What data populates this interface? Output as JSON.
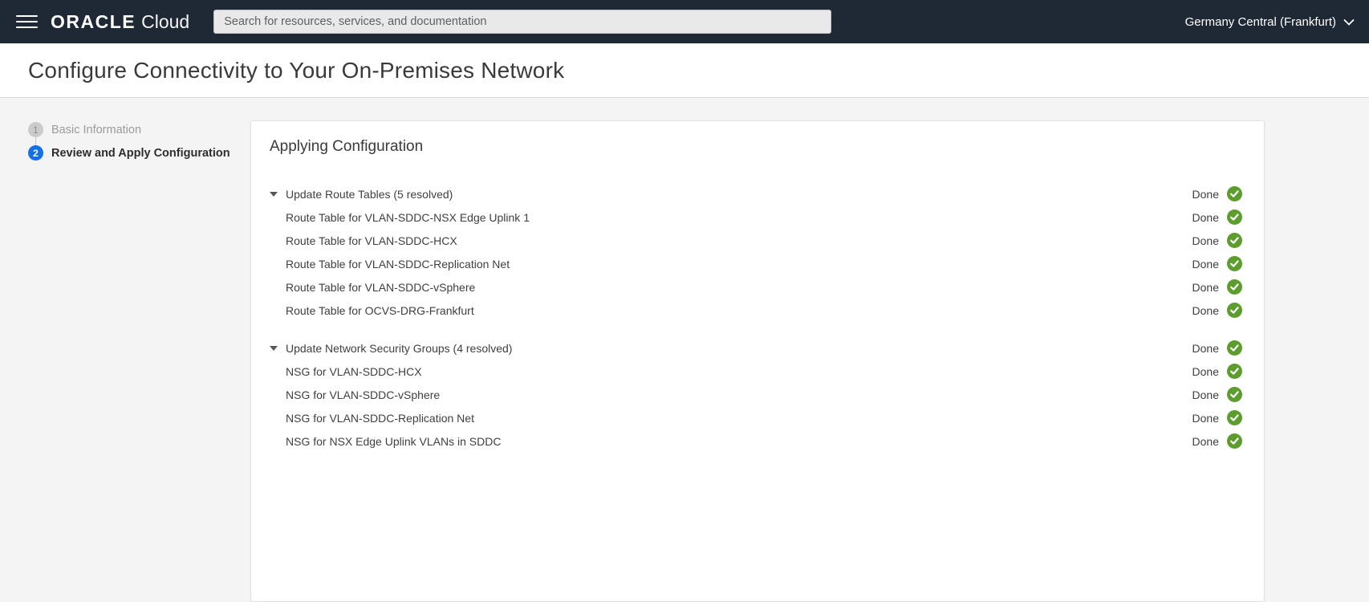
{
  "topbar": {
    "brand": {
      "oracle": "ORACLE",
      "cloud": "Cloud"
    },
    "search": {
      "placeholder": "Search for resources, services, and documentation",
      "value": ""
    },
    "region": {
      "label": "Germany Central (Frankfurt)"
    }
  },
  "page": {
    "title": "Configure Connectivity to Your On-Premises Network"
  },
  "wizard": {
    "steps": [
      {
        "number": "1",
        "label": "Basic Information",
        "state": "done"
      },
      {
        "number": "2",
        "label": "Review and Apply Configuration",
        "state": "active"
      }
    ]
  },
  "panel": {
    "title": "Applying Configuration",
    "groups": [
      {
        "label": "Update Route Tables (5 resolved)",
        "status": "Done",
        "items": [
          {
            "label": "Route Table for VLAN-SDDC-NSX Edge Uplink 1",
            "status": "Done"
          },
          {
            "label": "Route Table for VLAN-SDDC-HCX",
            "status": "Done"
          },
          {
            "label": "Route Table for VLAN-SDDC-Replication Net",
            "status": "Done"
          },
          {
            "label": "Route Table for VLAN-SDDC-vSphere",
            "status": "Done"
          },
          {
            "label": "Route Table for OCVS-DRG-Frankfurt",
            "status": "Done"
          }
        ]
      },
      {
        "label": "Update Network Security Groups (4 resolved)",
        "status": "Done",
        "items": [
          {
            "label": "NSG for VLAN-SDDC-HCX",
            "status": "Done"
          },
          {
            "label": "NSG for VLAN-SDDC-vSphere",
            "status": "Done"
          },
          {
            "label": "NSG for VLAN-SDDC-Replication Net",
            "status": "Done"
          },
          {
            "label": "NSG for NSX Edge Uplink VLANs in SDDC",
            "status": "Done"
          }
        ]
      }
    ]
  },
  "colors": {
    "topbar_bg": "#1e2935",
    "accent_blue": "#1470e8",
    "success_green": "#5c9d2e",
    "content_bg": "#f4f4f4"
  }
}
